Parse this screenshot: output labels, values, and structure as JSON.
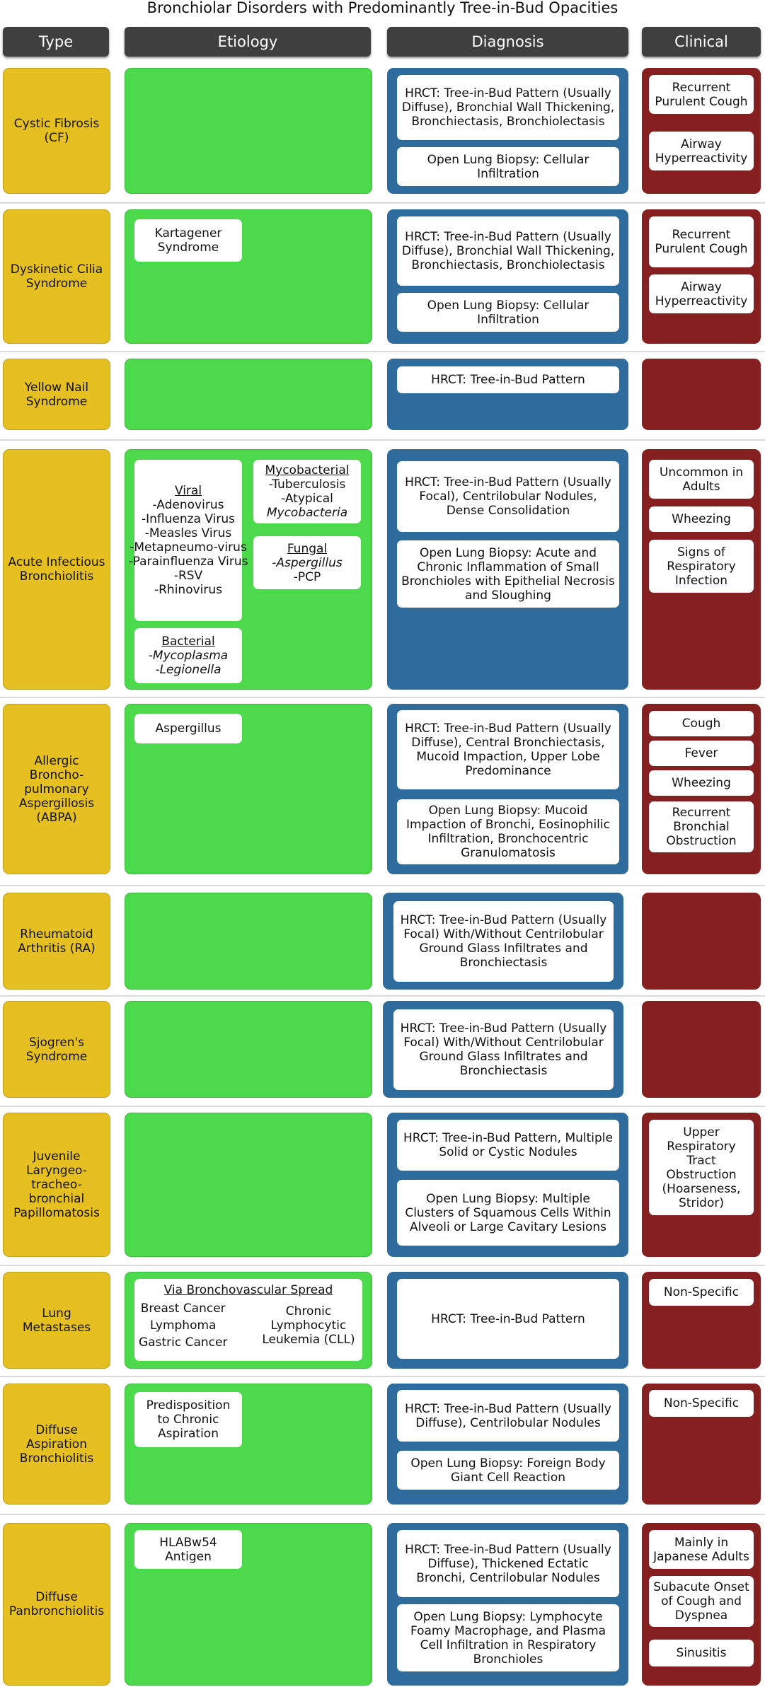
{
  "title": "Bronchiolar Disorders with Predominantly Tree-in-Bud Opacities",
  "headers": {
    "type": "Type",
    "etiology": "Etiology",
    "diagnosis": "Diagnosis",
    "clinical": "Clinical"
  },
  "colors": {
    "type": "#e6bf20",
    "etiology": "#4cd94c",
    "diagnosis": "#2d6c9c",
    "clinical": "#861f1f",
    "header": "#3f3f3f"
  },
  "rows": [
    {
      "type": "Cystic Fibrosis (CF)",
      "etiology": [],
      "diagnosis": [
        "HRCT: Tree-in-Bud Pattern (Usually Diffuse), Bronchial Wall Thickening, Bronchiectasis, Bronchiolectasis",
        "Open Lung Biopsy: Cellular Infiltration"
      ],
      "clinical": [
        "Recurrent Purulent Cough",
        "Airway Hyperreactivity"
      ]
    },
    {
      "type": "Dyskinetic Cilia Syndrome",
      "etiology": [
        "Kartagener Syndrome"
      ],
      "diagnosis": [
        "HRCT: Tree-in-Bud Pattern (Usually Diffuse), Bronchial Wall Thickening, Bronchiectasis, Bronchiolectasis",
        "Open Lung Biopsy: Cellular Infiltration"
      ],
      "clinical": [
        "Recurrent Purulent Cough",
        "Airway Hyperreactivity"
      ]
    },
    {
      "type": "Yellow Nail Syndrome",
      "etiology": [],
      "diagnosis": [
        "HRCT: Tree-in-Bud Pattern"
      ],
      "clinical": []
    },
    {
      "type": "Acute Infectious Bronchiolitis",
      "etiology_groups": {
        "viral": {
          "heading": "Viral",
          "items": [
            "-Adenovirus",
            "-Influenza Virus",
            "-Measles Virus",
            "-Metapneumo-virus",
            "-Parainfluenza Virus",
            "-RSV",
            "-Rhinovirus"
          ]
        },
        "mycobacterial": {
          "heading": "Mycobacterial",
          "items": [
            "-Tuberculosis",
            "-Atypical",
            "Mycobacteria"
          ]
        },
        "fungal": {
          "heading": "Fungal",
          "items": [
            "-Aspergillus",
            "-PCP"
          ]
        },
        "bacterial": {
          "heading": "Bacterial",
          "items": [
            "-Mycoplasma",
            "-Legionella"
          ]
        }
      },
      "diagnosis": [
        "HRCT: Tree-in-Bud Pattern (Usually Focal), Centrilobular Nodules, Dense Consolidation",
        "Open Lung Biopsy: Acute and Chronic Inflammation of Small Bronchioles with Epithelial Necrosis and Sloughing"
      ],
      "clinical": [
        "Uncommon in Adults",
        "Wheezing",
        "Signs of Respiratory Infection"
      ]
    },
    {
      "type": "Allergic Broncho-pulmonary Aspergillosis (ABPA)",
      "etiology": [
        "Aspergillus"
      ],
      "diagnosis": [
        "HRCT: Tree-in-Bud Pattern (Usually Diffuse), Central Bronchiectasis, Mucoid Impaction, Upper Lobe Predominance",
        "Open Lung Biopsy: Mucoid Impaction of Bronchi, Eosinophilic Infiltration, Bronchocentric Granulomatosis"
      ],
      "clinical": [
        "Cough",
        "Fever",
        "Wheezing",
        "Recurrent Bronchial Obstruction"
      ]
    },
    {
      "type": "Rheumatoid Arthritis (RA)",
      "etiology": [],
      "diagnosis": [
        "HRCT: Tree-in-Bud Pattern (Usually Focal) With/Without Centrilobular Ground Glass Infiltrates and Bronchiectasis"
      ],
      "clinical": []
    },
    {
      "type": "Sjogren's Syndrome",
      "etiology": [],
      "diagnosis": [
        "HRCT: Tree-in-Bud Pattern (Usually Focal) With/Without Centrilobular Ground Glass Infiltrates and Bronchiectasis"
      ],
      "clinical": []
    },
    {
      "type": "Juvenile Laryngeo-tracheo-bronchial Papillomatosis",
      "etiology": [],
      "diagnosis": [
        "HRCT: Tree-in-Bud Pattern, Multiple Solid or Cystic Nodules",
        "Open Lung Biopsy: Multiple Clusters of Squamous Cells Within Alveoli or Large Cavitary Lesions"
      ],
      "clinical": [
        "Upper Respiratory Tract Obstruction (Hoarseness, Stridor)"
      ]
    },
    {
      "type": "Lung Metastases",
      "etiology_spread": {
        "heading": "Via Bronchovascular Spread",
        "left": [
          "Breast Cancer",
          "Lymphoma",
          "Gastric Cancer"
        ],
        "right": "Chronic Lymphocytic Leukemia (CLL)"
      },
      "diagnosis": [
        "HRCT: Tree-in-Bud Pattern"
      ],
      "clinical": [
        "Non-Specific"
      ]
    },
    {
      "type": "Diffuse Aspiration Bronchiolitis",
      "etiology": [
        "Predisposition to Chronic Aspiration"
      ],
      "diagnosis": [
        "HRCT: Tree-in-Bud Pattern (Usually Diffuse), Centrilobular Nodules",
        "Open Lung Biopsy: Foreign Body Giant Cell Reaction"
      ],
      "clinical": [
        "Non-Specific"
      ]
    },
    {
      "type": "Diffuse Panbronchiolitis",
      "etiology": [
        "HLABw54 Antigen"
      ],
      "diagnosis": [
        "HRCT: Tree-in-Bud Pattern (Usually Diffuse), Thickened Ectatic Bronchi, Centrilobular Nodules",
        "Open Lung Biopsy: Lymphocyte Foamy Macrophage, and Plasma Cell Infiltration in Respiratory Bronchioles"
      ],
      "clinical": [
        "Mainly in Japanese Adults",
        "Subacute Onset of Cough and Dyspnea",
        "Sinusitis"
      ]
    }
  ]
}
